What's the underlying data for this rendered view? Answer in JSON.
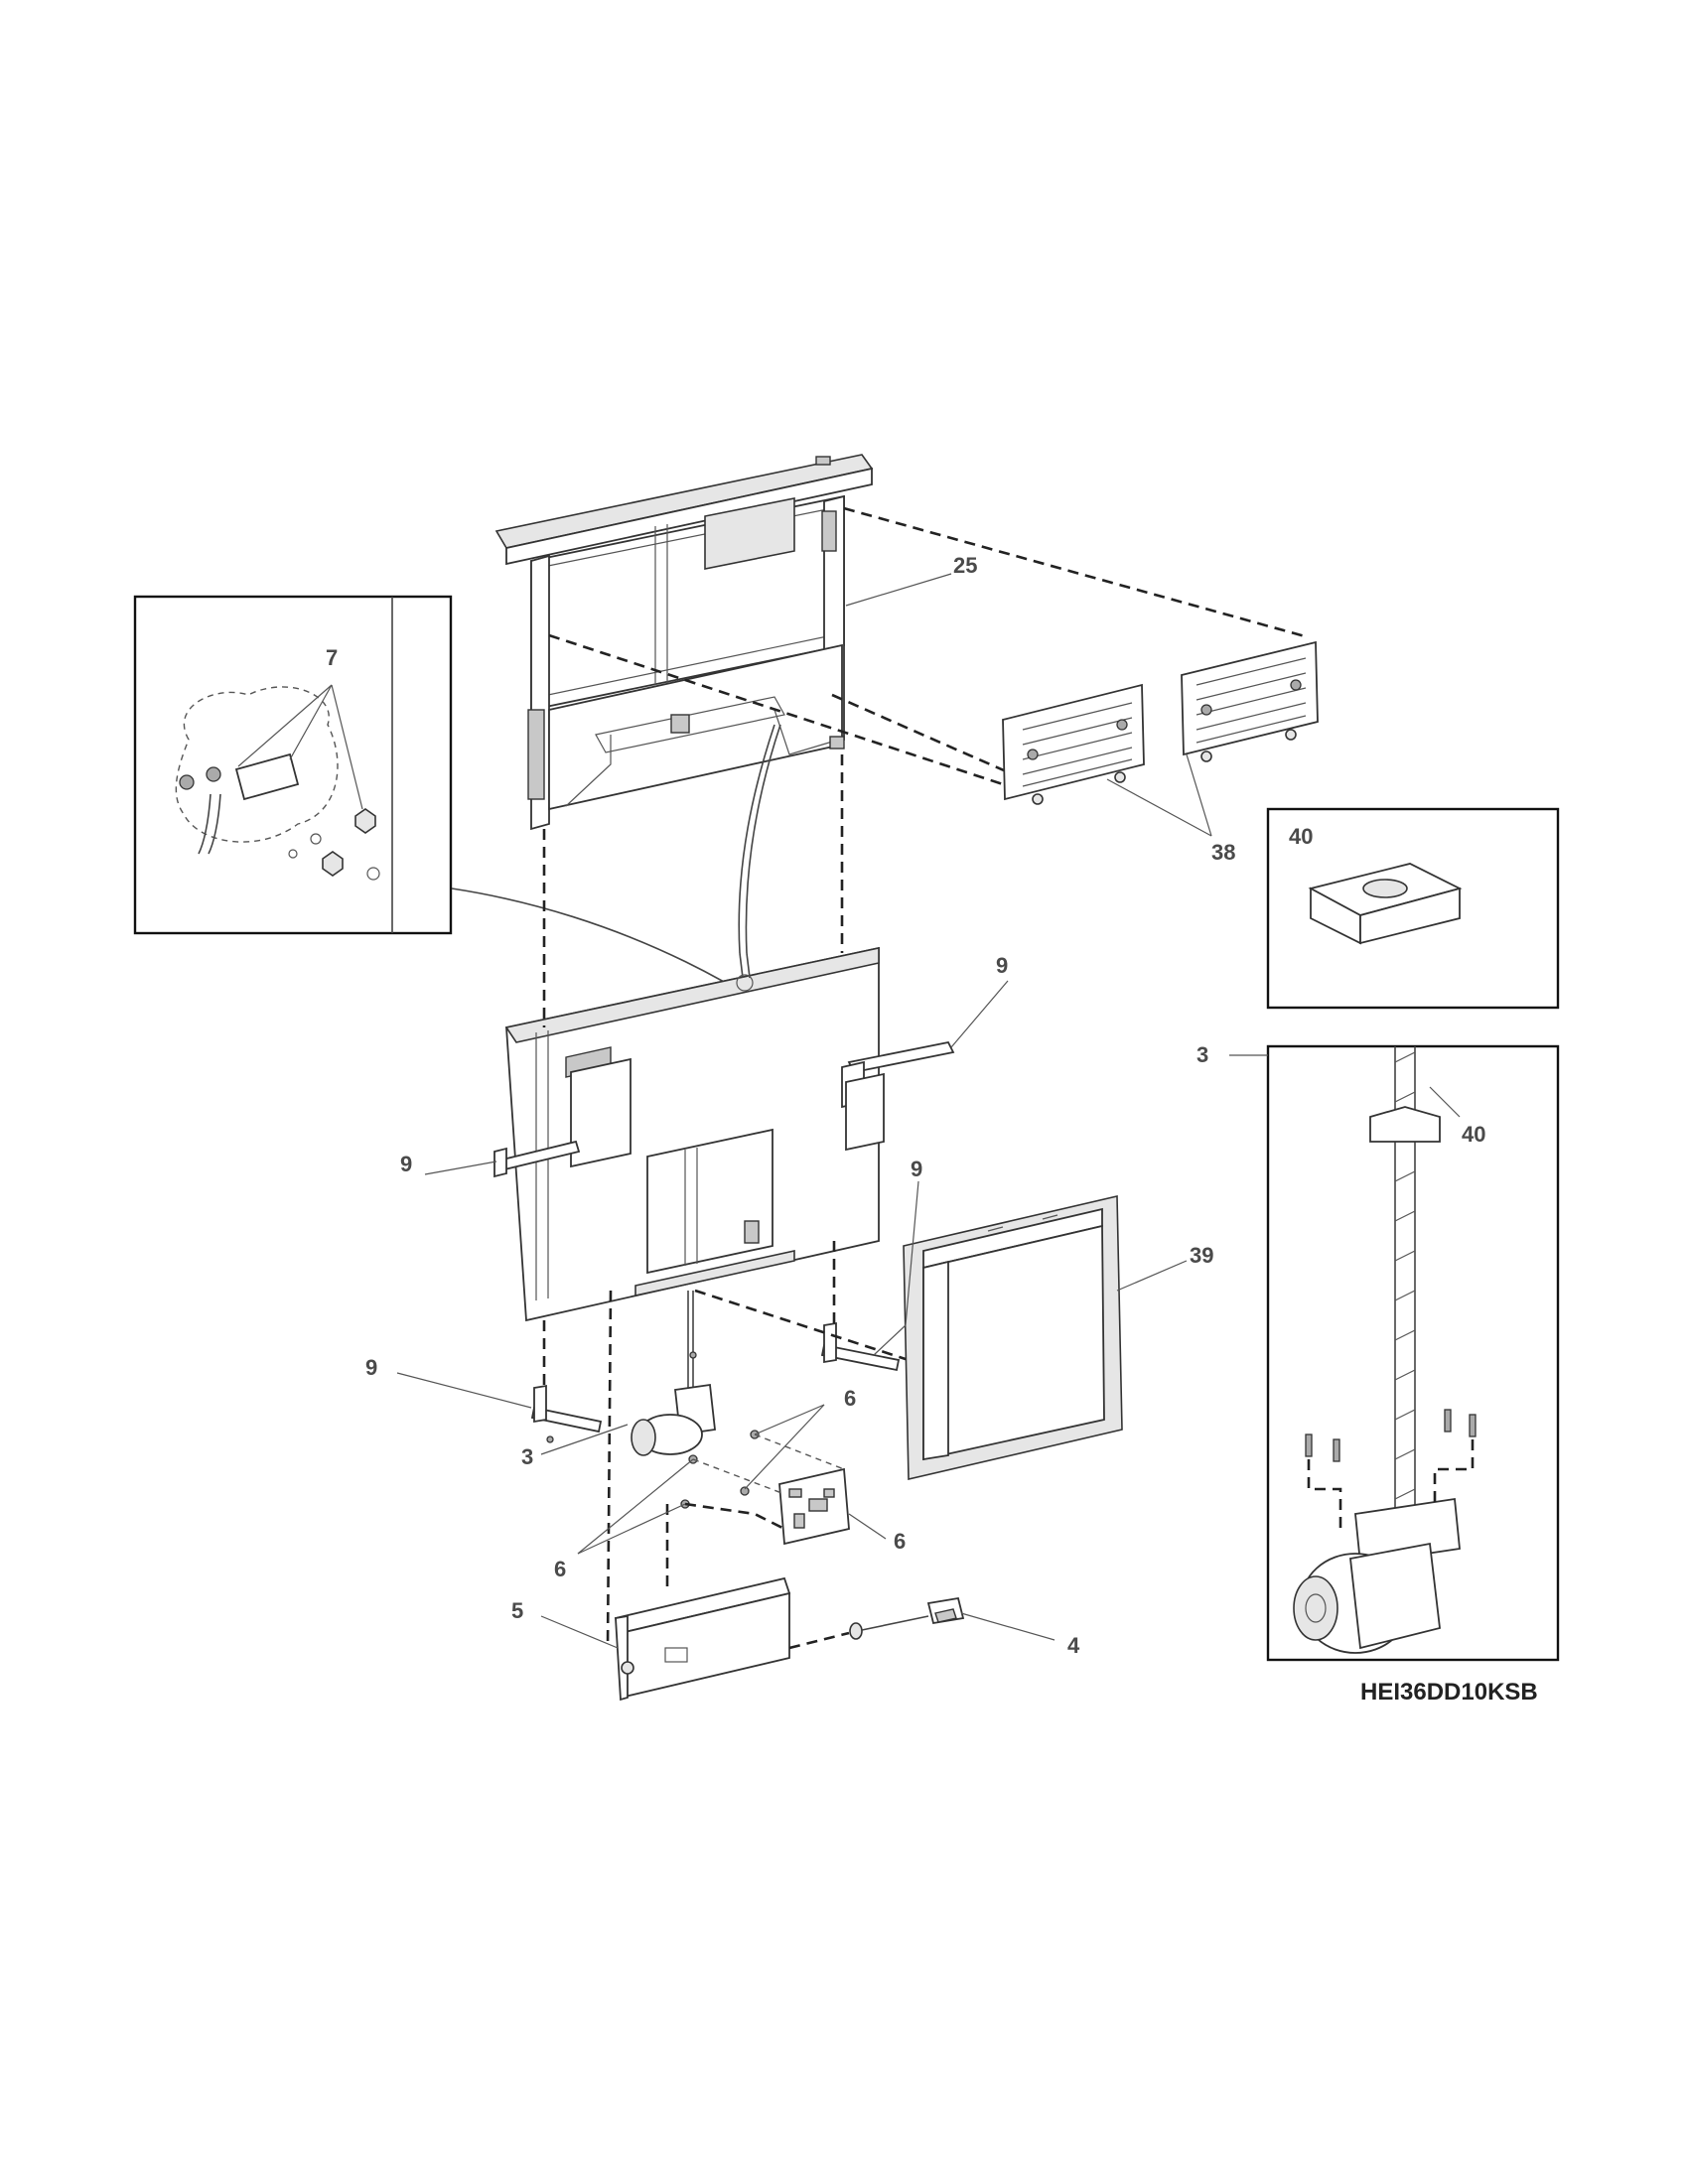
{
  "model_number": "HEI36DD10KSB",
  "callouts": {
    "c25": "25",
    "c7": "7",
    "c38": "38",
    "c40_box": "40",
    "c9_upper_right": "9",
    "c9_left": "9",
    "c9_lower_right": "9",
    "c9_bottom_left": "9",
    "c3_inset": "3",
    "c40_inset": "40",
    "c39": "39",
    "c3_motor": "3",
    "c6_top": "6",
    "c6_left": "6",
    "c6_right": "6",
    "c5": "5",
    "c4": "4"
  }
}
